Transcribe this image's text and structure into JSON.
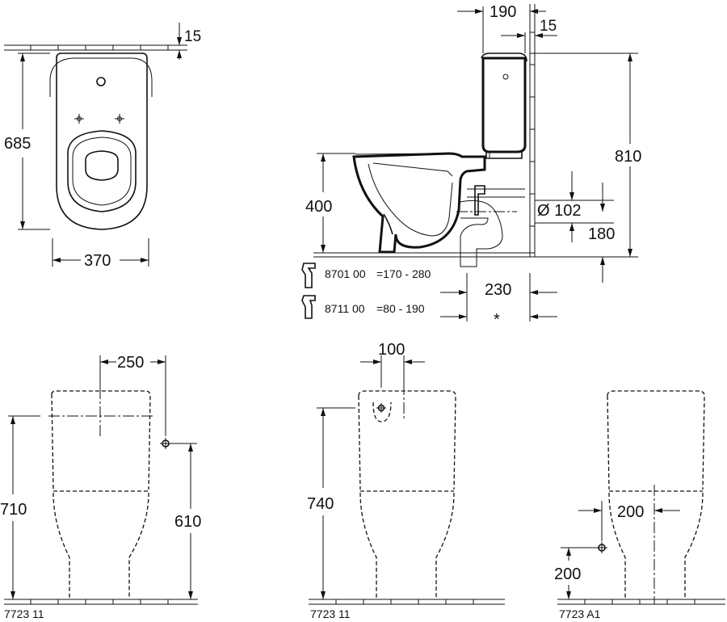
{
  "top_view": {
    "dim_height": "685",
    "dim_width": "370",
    "dim_wall_gap": "15"
  },
  "side_view": {
    "dim_tank_depth": "190",
    "dim_wall_gap": "15",
    "dim_total_height": "810",
    "dim_seat_height": "400",
    "dim_outlet_diameter": "Ø 102",
    "dim_outlet_height": "180",
    "dim_outlet_offset": "230",
    "asterisk": "*",
    "connector_1": {
      "code": "8701 00",
      "range": "=170 - 280"
    },
    "connector_2": {
      "code": "8711 00",
      "range": "=80 -  190"
    }
  },
  "front_view_1": {
    "dim_spacing": "250",
    "dim_total": "710",
    "dim_inlet_height": "610",
    "article": "7723 11"
  },
  "front_view_2": {
    "dim_spacing": "100",
    "dim_total": "740",
    "article": "7723 11"
  },
  "front_view_3": {
    "dim_offset": "200",
    "dim_inlet_height": "200",
    "article": "7723 A1"
  }
}
